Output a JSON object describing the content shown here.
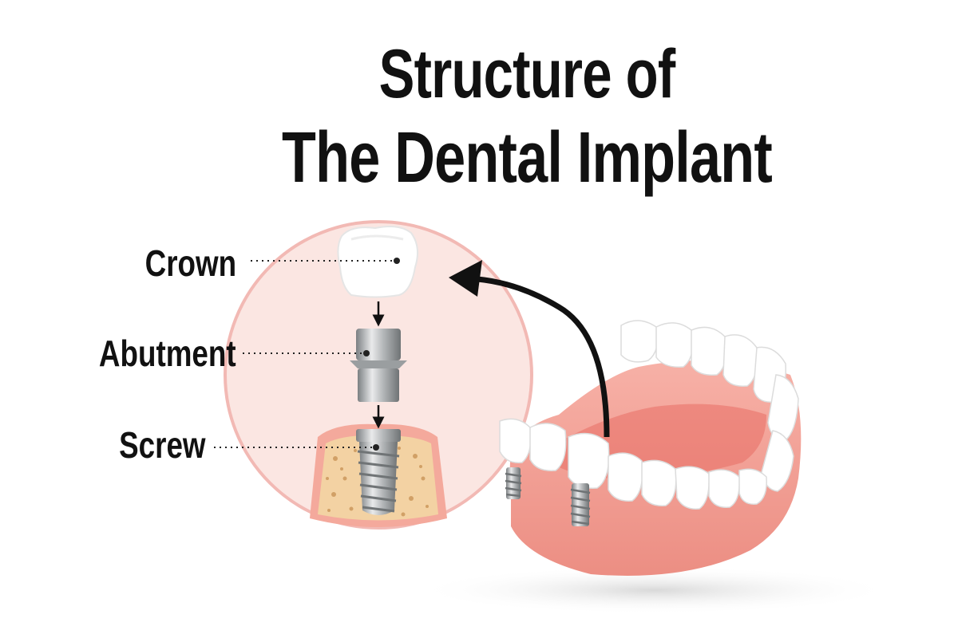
{
  "diagram": {
    "title_line_1": "Structure of",
    "title_line_2": "The Dental Implant",
    "labels": {
      "crown": "Crown",
      "abutment": "Abutment",
      "screw": "Screw"
    },
    "colors": {
      "circle_fill": "#fbe4e0",
      "circle_stroke": "#f2b9b4",
      "gum": "#f6a79d",
      "bone": "#f3d3a6",
      "tooth": "#ffffff",
      "metal": "#b8bbbd",
      "text": "#111111"
    }
  }
}
